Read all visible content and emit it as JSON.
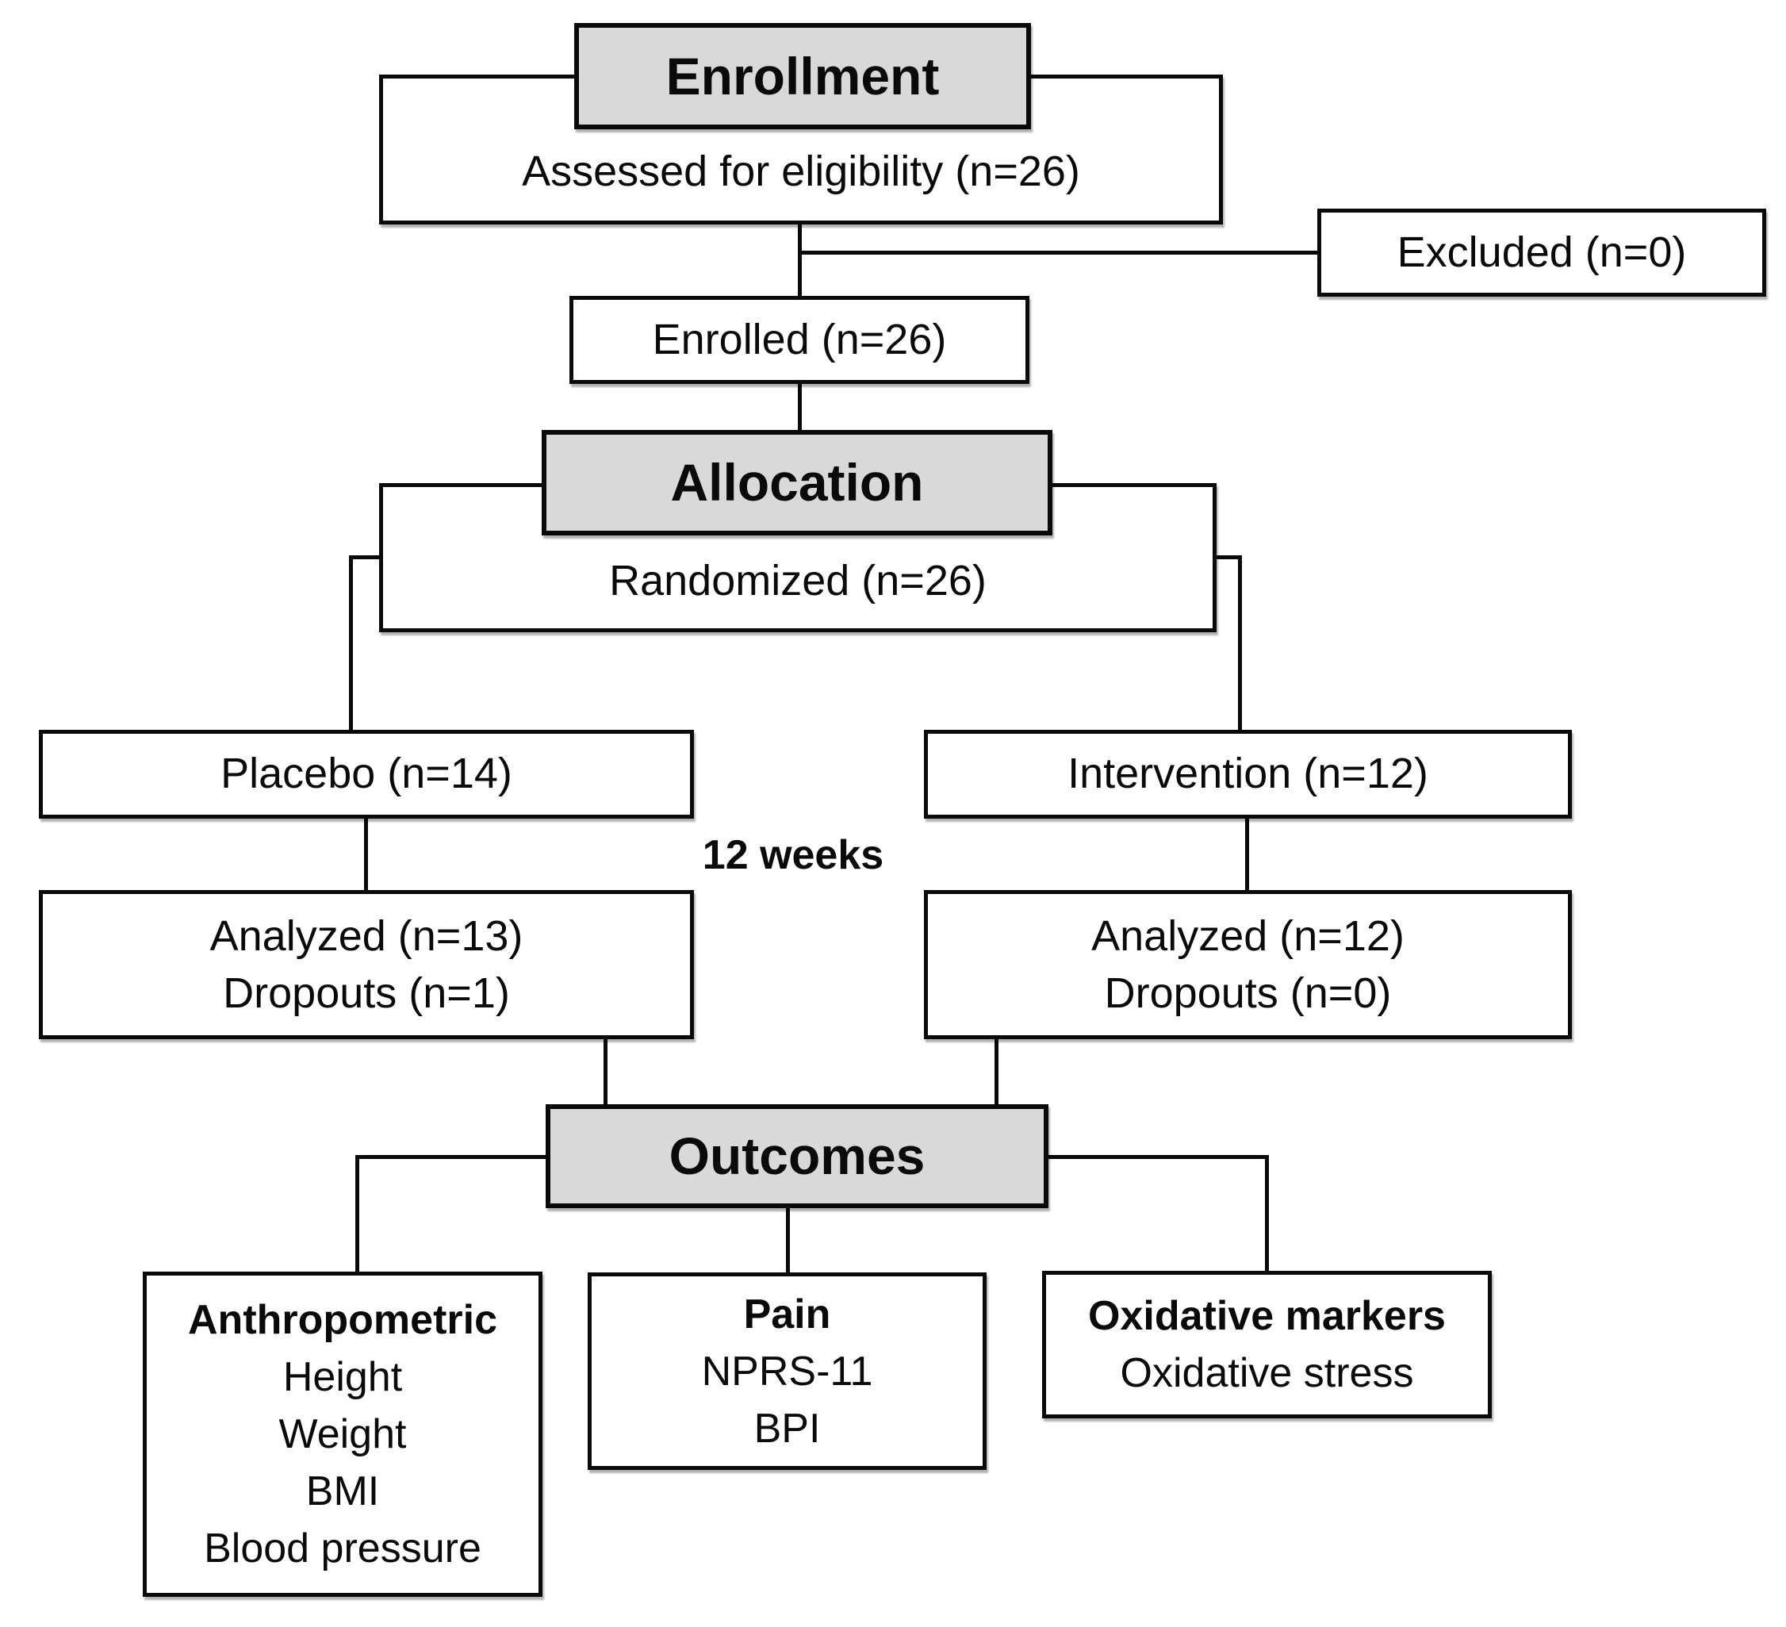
{
  "colors": {
    "header_fill": "#d9d9d9",
    "box_fill": "#ffffff",
    "line": "#0a0a0a",
    "text": "#0a0a0a"
  },
  "diagram": {
    "enrollment_header": "Enrollment",
    "assessed": "Assessed for eligibility (n=26)",
    "excluded": "Excluded (n=0)",
    "enrolled": "Enrolled (n=26)",
    "allocation_header": "Allocation",
    "randomized": "Randomized (n=26)",
    "placebo": "Placebo (n=14)",
    "intervention": "Intervention (n=12)",
    "duration_label": "12 weeks",
    "analyzed_placebo": {
      "analyzed": "Analyzed (n=13)",
      "dropouts": "Dropouts (n=1)"
    },
    "analyzed_intervention": {
      "analyzed": "Analyzed (n=12)",
      "dropouts": "Dropouts (n=0)"
    },
    "outcomes_header": "Outcomes",
    "anthropometric": {
      "title": "Anthropometric",
      "items": [
        "Height",
        "Weight",
        "BMI",
        "Blood pressure"
      ]
    },
    "pain": {
      "title": "Pain",
      "items": [
        "NPRS-11",
        "BPI"
      ]
    },
    "oxidative": {
      "title": "Oxidative markers",
      "items": [
        "Oxidative stress"
      ]
    }
  }
}
